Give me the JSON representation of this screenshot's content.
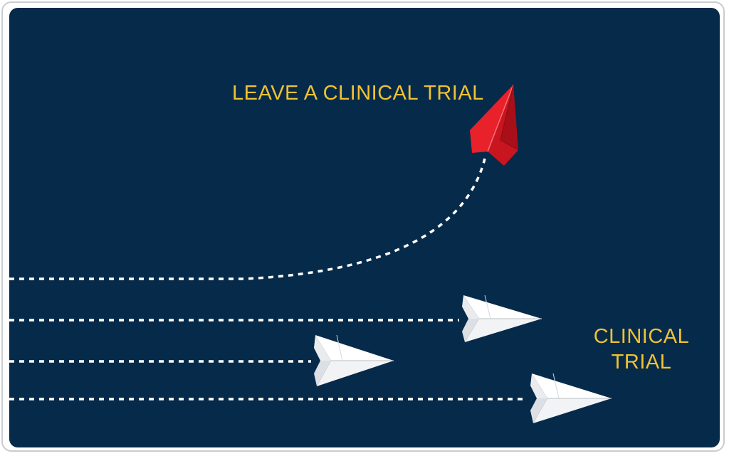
{
  "labels": {
    "leave": "LEAVE A CLINICAL TRIAL",
    "trial_line1": "CLINICAL",
    "trial_line2": "TRIAL"
  },
  "colors": {
    "background": "#062a4a",
    "label": "#f1c232",
    "red_plane": "#e8212b",
    "white_plane": "#ffffff",
    "trail": "#ffffff"
  },
  "icons": {
    "red_plane": "paper-plane-icon",
    "white_plane": "paper-plane-icon"
  }
}
